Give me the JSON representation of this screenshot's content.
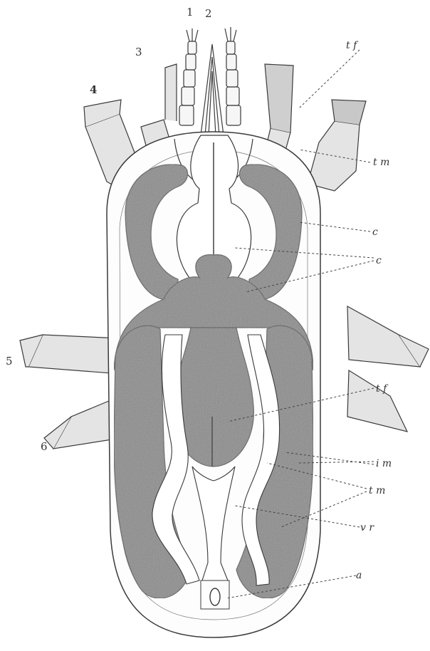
{
  "figure": {
    "mouthpart_labels": [
      "1",
      "2"
    ],
    "leg_labels": [
      "3",
      "4",
      "5",
      "6"
    ],
    "labels": {
      "tf_upper": "t f",
      "tm_upper": "t m",
      "c_upper": "c",
      "c_lower": "c",
      "tf_lower": "t f",
      "im": "i m",
      "tm_lower": "t m",
      "vr": "v r",
      "a": "a"
    }
  },
  "colors": {
    "organ_fill": "#8a8a8a",
    "organ_stroke": "#555555",
    "outline": "#3a3a3a",
    "leg_fill": "#e4e4e4"
  }
}
